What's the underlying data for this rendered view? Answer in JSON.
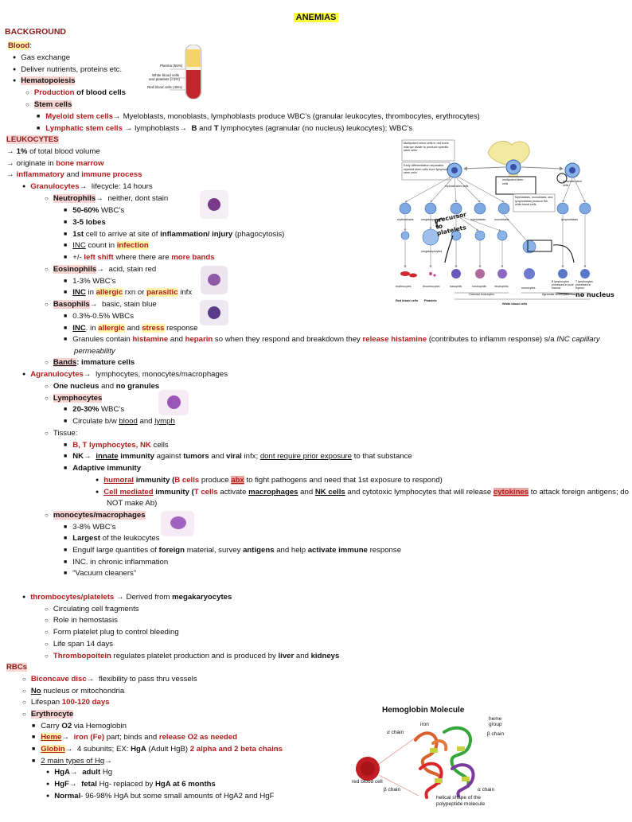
{
  "title": "ANEMIAS",
  "background": "BACKGROUND",
  "blood": {
    "label": "Blood",
    "items": [
      "Gas exchange",
      "Deliver nutrients, proteins etc."
    ],
    "hematopoiesis": "Hematopoiesis",
    "production": "Production",
    "of_blood_cells": "of blood cells",
    "stem_cells": "Stem cells",
    "myeloid": "Myeloid stem cells",
    "myeloid_rest": "Myeloblasts, monoblasts, lymphoblasts produce WBC’s  (granular leukocytes, thrombocytes, erythrocytes)",
    "lymphatic": "Lymphatic stem cells",
    "lymphatic_rest1": "lymphoblasts",
    "lymphatic_B": "B",
    "lymphatic_and": "and",
    "lymphatic_T": "T",
    "lymphatic_rest2": "lymphocytes (agranular (no nucleus)  leukocytes); WBC’s"
  },
  "tube": {
    "plasma": "Plasma (55%)",
    "wbc": "White blood cells",
    "platelets": "and platelets (<1%)",
    "rbc": "Red blood cells (45%)"
  },
  "leukocytes": {
    "label": "LEUKOCYTES",
    "l1_bold": "1%",
    "l1_rest": "of total blood volume",
    "l2_pre": "originate in",
    "l2_bold": "bone marrow",
    "l3_a": "inflammatory",
    "l3_and": "and",
    "l3_b": "immune process"
  },
  "granulocytes": {
    "label": "Granulocytes",
    "rest": "lifecycle: 14 hours",
    "neutrophils": "Neutrophils",
    "neutrophils_rest": "neither, dont stain",
    "n1_bold": "50-60%",
    "n1_rest": "WBC’s",
    "n2": "3-5 lobes",
    "n3_a": "1st",
    "n3_b": "cell to arrive at site of",
    "n3_c": "inflammation/ injury",
    "n3_d": "(phagocytosis)",
    "n4_a": "INC",
    "n4_b": "count in",
    "n4_c": "infection",
    "n5_a": "+/-",
    "n5_b": "left shift",
    "n5_c": "where there are",
    "n5_d": "more bands",
    "eosinophils": "Eosinophils",
    "eos_rest": "acid, stain red",
    "e1": "1-3% WBC’s",
    "e2_a": "INC",
    "e2_b": "in",
    "e2_c": "allergic",
    "e2_d": "rxn or",
    "e2_e": "parasitic",
    "e2_f": "infx",
    "basophils": "Basophils",
    "bas_rest": "basic, stain blue",
    "b1": "0.3%-0.5% WBCs",
    "b2_a": "INC",
    "b2_b": ". in",
    "b2_c": "allergic",
    "b2_d": "and",
    "b2_e": "stress",
    "b2_f": "response",
    "b3_a": "Granules contain",
    "b3_b": "histamine",
    "b3_c": "and",
    "b3_d": "heparin",
    "b3_e": "so when they respond and breakdown they",
    "b3_f": "release histamine",
    "b3_g": "(contributes to inflamm response) s/a",
    "b3_h": "INC capillary",
    "b3_i": "permeability",
    "bands": "Bands",
    "bands_rest": ": immature cells"
  },
  "agranulocytes": {
    "label": "Agranulocytes",
    "rest": "lymphocytes, monocytes/macrophages",
    "a1_a": "One nucleus",
    "a1_b": "and",
    "a1_c": "no granules",
    "lymphocytes": "Lymphocytes",
    "l1_a": "20-30%",
    "l1_b": "WBC’s",
    "l2_a": "Circulate b/w",
    "l2_b": "blood",
    "l2_c": "and",
    "l2_d": "lymph",
    "tissue": "Tissue:",
    "t1_a": "B, T lymphocytes, NK",
    "t1_b": "cells",
    "t2_a": "NK",
    "t2_b": "innate",
    "t2_c": "immunity",
    "t2_d": "against",
    "t2_e": "tumors",
    "t2_f": "and",
    "t2_g": "viral",
    "t2_h": "infx;",
    "t2_i": "dont require prior exposure",
    "t2_j": "to that substance",
    "adaptive": "Adaptive immunity",
    "h_a": "humoral",
    "h_b": "immunity (",
    "h_c": "B cells",
    "h_d": "produce",
    "h_e": "abx",
    "h_f": "to fight pathogens and need that 1st exposure to respond)",
    "c_a": "Cell mediated",
    "c_b": "immunity (",
    "c_c": "T cells",
    "c_d": "activate",
    "c_e": "macrophages",
    "c_f": "and",
    "c_g": "NK cells",
    "c_h": "and cytotoxic lymphocytes that will release",
    "c_i": "cytokines",
    "c_j": "to attack foreign antigens; do",
    "c_k": "NOT make Ab)",
    "monocytes": "monocytes/macrophages",
    "m1": "3-8% WBC’s",
    "m2": "Largest",
    "m2_b": "of the leukocytes",
    "m3_a": "Engulf large quantities of",
    "m3_b": "foreign",
    "m3_c": "material, survey",
    "m3_d": "antigens",
    "m3_e": "and help",
    "m3_f": "activate immune",
    "m3_g": "response",
    "m4": "INC. in chronic inflammation",
    "m5": "“Vacuum cleaners”"
  },
  "platelets": {
    "label": "thrombocytes/platelets",
    "rest": "Derived from",
    "rest_b": "megakaryocytes",
    "p1": "Circulating cell fragments",
    "p2": "Role in hemostasis",
    "p3": "Form platelet plug to control bleeding",
    "p4": "Life span 14 days",
    "p5_a": "Thrombopoitein",
    "p5_b": "regulates platelet production and is produced by",
    "p5_c": "liver",
    "p5_d": "and",
    "p5_e": "kidneys"
  },
  "rbcs": {
    "label": "RBCs",
    "r1_a": "Biconcave disc",
    "r1_b": "flexibility to pass thru vessels",
    "r2_a": "No",
    "r2_b": "nucleus or mitochondria",
    "r3_a": "Lifespan",
    "r3_b": "100-120 days",
    "erythrocyte": "Erythrocyte",
    "e1_a": "Carry",
    "e1_b": "O2",
    "e1_c": "via Hemoglobin",
    "e2_a": "Heme",
    "e2_b": "iron (Fe)",
    "e2_c": "part; binds and",
    "e2_d": "release O2 as needed",
    "e3_a": "Globin",
    "e3_b": "4 subunits; EX:",
    "e3_c": "HgA",
    "e3_d": "(Adult HgB)",
    "e3_e": "2 alpha and 2 beta chains",
    "e4": "2 main types of Hg",
    "hga_a": "HgA",
    "hga_b": "adult",
    "hga_c": "Hg",
    "hgf_a": "HgF",
    "hgf_b": "fetal",
    "hgf_c": "Hg- replaced by",
    "hgf_d": "HgA at 6 months",
    "norm_a": "Normal",
    "norm_b": "- 96-98% HgA but some small amounts of HgA2 and HgF"
  },
  "diagram": {
    "box1": "Multipotent stem cells in red bone marrow divide to produce specific stem cells",
    "box2": "Early differentiation separates myeloid stem cells from lymphoid stem cells",
    "myeloid": "myeloid stem cells",
    "multipotent": "multipotent stem cells",
    "lymphatic": "lymphatic stem cells",
    "box3": "Myeloblasts, monoblasts, and lymphoblasts produce the white blood cells",
    "erythroblasts": "erythroblasts",
    "megakaryoblasts": "megakaryoblasts",
    "myeloblasts": "myeloblasts",
    "monoblasts": "monoblasts",
    "lymphoblasts": "lymphoblasts",
    "megakaryocytes": "megakaryocytes",
    "handwritten": "precursor to platelets",
    "erythrocytes": "erythrocytes",
    "thrombocytes": "thrombocytes",
    "basophils": "basophils",
    "eosinophils": "eosinophils",
    "neutrophils": "neutrophils",
    "monocytes": "monocytes",
    "b_lymph": "B lymphocytes processed in bone marrow",
    "t_lymph": "T lymphocytes processed in thymus",
    "granular": "Granular leukocytes",
    "agranular": "Agranular leukocytes",
    "rbc": "Red blood cells",
    "platelets": "Platelets",
    "wbc": "White blood cells",
    "no_nucleus": "no nucleus"
  },
  "hemoglobin": {
    "title": "Hemoglobin Molecule",
    "alpha_chain": "α chain",
    "iron": "iron",
    "heme_group": "heme group",
    "beta_chain": "β chain",
    "rbc": "red blood cell",
    "beta_chain2": "β chain",
    "alpha_chain2": "α chain",
    "helical": "helical shape of the",
    "polypeptide": "polypeptide molecule"
  },
  "colors": {
    "heading": "#8b1a1a",
    "emphasis": "#b01c1c",
    "highlight_yellow": "#ffff3a",
    "highlight_pink": "#f6d4d2"
  }
}
